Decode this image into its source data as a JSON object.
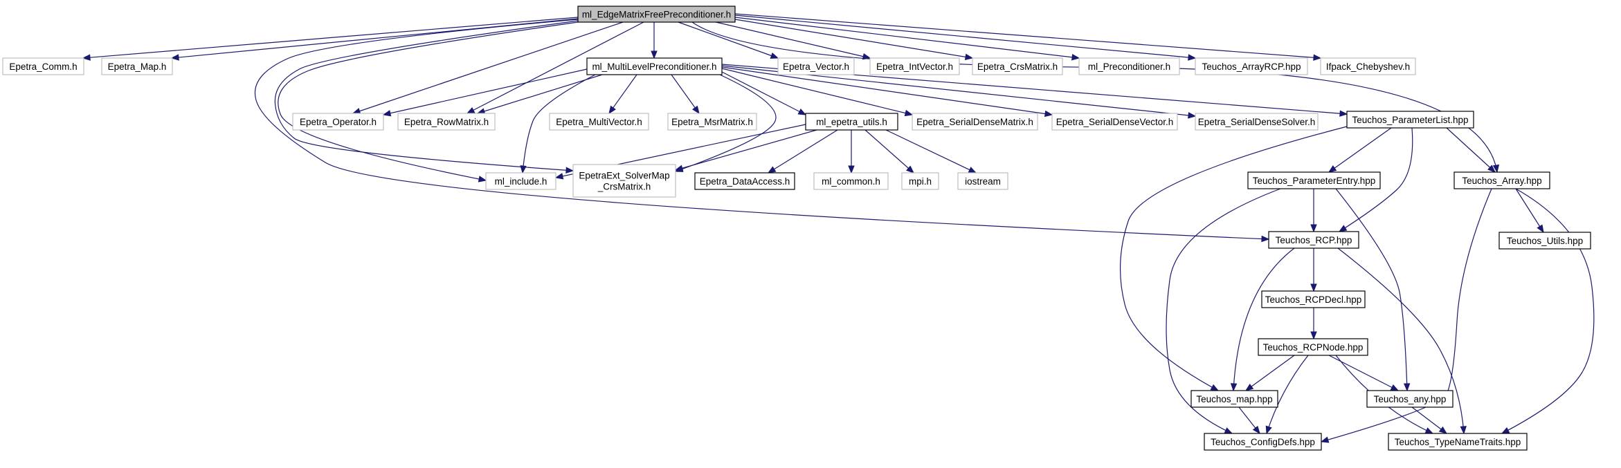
{
  "colors": {
    "edge": "#191970",
    "root_fill": "#bfbfbf",
    "root_border": "#000000",
    "doc_border": "#000000",
    "nodoc_border": "#bfbfbf",
    "background": "#ffffff"
  },
  "nodes": {
    "root": {
      "lines": [
        "ml_EdgeMatrixFreePreconditioner.h"
      ],
      "kind": "root"
    },
    "comm": {
      "lines": [
        "Epetra_Comm.h"
      ],
      "kind": "nodoc"
    },
    "map": {
      "lines": [
        "Epetra_Map.h"
      ],
      "kind": "nodoc"
    },
    "mlp": {
      "lines": [
        "ml_MultiLevelPreconditioner.h"
      ],
      "kind": "doc"
    },
    "vec": {
      "lines": [
        "Epetra_Vector.h"
      ],
      "kind": "nodoc"
    },
    "ivec": {
      "lines": [
        "Epetra_IntVector.h"
      ],
      "kind": "nodoc"
    },
    "crs": {
      "lines": [
        "Epetra_CrsMatrix.h"
      ],
      "kind": "nodoc"
    },
    "mlprec": {
      "lines": [
        "ml_Preconditioner.h"
      ],
      "kind": "nodoc"
    },
    "arcp": {
      "lines": [
        "Teuchos_ArrayRCP.hpp"
      ],
      "kind": "nodoc"
    },
    "cheb": {
      "lines": [
        "Ifpack_Chebyshev.h"
      ],
      "kind": "nodoc"
    },
    "op": {
      "lines": [
        "Epetra_Operator.h"
      ],
      "kind": "nodoc"
    },
    "rowm": {
      "lines": [
        "Epetra_RowMatrix.h"
      ],
      "kind": "nodoc"
    },
    "mvec": {
      "lines": [
        "Epetra_MultiVector.h"
      ],
      "kind": "nodoc"
    },
    "msr": {
      "lines": [
        "Epetra_MsrMatrix.h"
      ],
      "kind": "nodoc"
    },
    "eutils": {
      "lines": [
        "ml_epetra_utils.h"
      ],
      "kind": "doc"
    },
    "sdm": {
      "lines": [
        "Epetra_SerialDenseMatrix.h"
      ],
      "kind": "nodoc"
    },
    "sdv": {
      "lines": [
        "Epetra_SerialDenseVector.h"
      ],
      "kind": "nodoc"
    },
    "sds": {
      "lines": [
        "Epetra_SerialDenseSolver.h"
      ],
      "kind": "nodoc"
    },
    "plist": {
      "lines": [
        "Teuchos_ParameterList.hpp"
      ],
      "kind": "doc"
    },
    "incl": {
      "lines": [
        "ml_include.h"
      ],
      "kind": "nodoc"
    },
    "esm": {
      "lines": [
        "EpetraExt_SolverMap",
        "_CrsMatrix.h"
      ],
      "kind": "nodoc"
    },
    "eda": {
      "lines": [
        "Epetra_DataAccess.h"
      ],
      "kind": "doc"
    },
    "mlcommon": {
      "lines": [
        "ml_common.h"
      ],
      "kind": "nodoc"
    },
    "mpi": {
      "lines": [
        "mpi.h"
      ],
      "kind": "nodoc"
    },
    "ios": {
      "lines": [
        "iostream"
      ],
      "kind": "nodoc"
    },
    "pentry": {
      "lines": [
        "Teuchos_ParameterEntry.hpp"
      ],
      "kind": "doc"
    },
    "tarr": {
      "lines": [
        "Teuchos_Array.hpp"
      ],
      "kind": "doc"
    },
    "tutils": {
      "lines": [
        "Teuchos_Utils.hpp"
      ],
      "kind": "doc"
    },
    "trcp": {
      "lines": [
        "Teuchos_RCP.hpp"
      ],
      "kind": "doc"
    },
    "trcpdecl": {
      "lines": [
        "Teuchos_RCPDecl.hpp"
      ],
      "kind": "doc"
    },
    "trcpnode": {
      "lines": [
        "Teuchos_RCPNode.hpp"
      ],
      "kind": "doc"
    },
    "tmap": {
      "lines": [
        "Teuchos_map.hpp"
      ],
      "kind": "doc"
    },
    "tany": {
      "lines": [
        "Teuchos_any.hpp"
      ],
      "kind": "doc"
    },
    "tcfg": {
      "lines": [
        "Teuchos_ConfigDefs.hpp"
      ],
      "kind": "doc"
    },
    "ttnt": {
      "lines": [
        "Teuchos_TypeNameTraits.hpp"
      ],
      "kind": "doc"
    }
  },
  "edges": [
    [
      "root",
      "comm"
    ],
    [
      "root",
      "map"
    ],
    [
      "root",
      "mlp"
    ],
    [
      "root",
      "vec"
    ],
    [
      "root",
      "ivec"
    ],
    [
      "root",
      "crs"
    ],
    [
      "root",
      "mlprec"
    ],
    [
      "root",
      "arcp"
    ],
    [
      "root",
      "cheb"
    ],
    [
      "root",
      "op"
    ],
    [
      "root",
      "rowm"
    ],
    [
      "root",
      "incl"
    ],
    [
      "root",
      "esm"
    ],
    [
      "root",
      "trcp"
    ],
    [
      "root",
      "tarr"
    ],
    [
      "mlp",
      "op"
    ],
    [
      "mlp",
      "rowm"
    ],
    [
      "mlp",
      "mvec"
    ],
    [
      "mlp",
      "msr"
    ],
    [
      "mlp",
      "eutils"
    ],
    [
      "mlp",
      "sdm"
    ],
    [
      "mlp",
      "sdv"
    ],
    [
      "mlp",
      "sds"
    ],
    [
      "mlp",
      "plist"
    ],
    [
      "mlp",
      "incl"
    ],
    [
      "mlp",
      "esm"
    ],
    [
      "eutils",
      "incl"
    ],
    [
      "eutils",
      "esm"
    ],
    [
      "eutils",
      "eda"
    ],
    [
      "eutils",
      "mlcommon"
    ],
    [
      "eutils",
      "mpi"
    ],
    [
      "eutils",
      "ios"
    ],
    [
      "plist",
      "pentry"
    ],
    [
      "plist",
      "tarr"
    ],
    [
      "plist",
      "trcp"
    ],
    [
      "plist",
      "tmap"
    ],
    [
      "pentry",
      "trcp"
    ],
    [
      "pentry",
      "tany"
    ],
    [
      "pentry",
      "tcfg"
    ],
    [
      "tarr",
      "tutils"
    ],
    [
      "tarr",
      "tcfg"
    ],
    [
      "tarr",
      "ttnt"
    ],
    [
      "trcp",
      "trcpdecl"
    ],
    [
      "trcp",
      "tmap"
    ],
    [
      "trcp",
      "ttnt"
    ],
    [
      "trcpdecl",
      "trcpnode"
    ],
    [
      "trcpnode",
      "tmap"
    ],
    [
      "trcpnode",
      "tany"
    ],
    [
      "trcpnode",
      "tcfg"
    ],
    [
      "trcpnode",
      "ttnt"
    ],
    [
      "tmap",
      "tcfg"
    ],
    [
      "tany",
      "ttnt"
    ]
  ]
}
